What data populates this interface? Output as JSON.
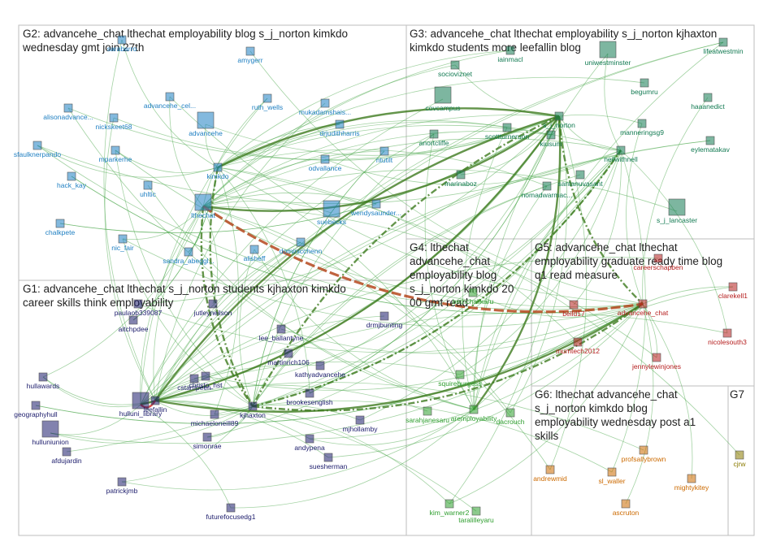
{
  "groups": [
    {
      "id": "g2",
      "lines": [
        "G2: advancehe_chat lthechat employability blog s_j_norton kimkdo",
        "wednesday gmt join 27th"
      ],
      "color": "#1e7fc2"
    },
    {
      "id": "g3",
      "lines": [
        "G3: advancehe_chat lthechat employability s_j_norton kjhaxton",
        "kimkdo students more leefallin blog"
      ],
      "color": "#127a52"
    },
    {
      "id": "g1",
      "lines": [
        "G1: advancehe_chat lthechat s_j_norton students kjhaxton kimkdo",
        "career skills think employability"
      ],
      "color": "#1c1c6c"
    },
    {
      "id": "g4",
      "lines": [
        "G4: lthechat",
        "advancehe_chat",
        "employability blog",
        "s_j_norton kimkdo 20",
        "00 gmt read"
      ],
      "color": "#2e9e2e"
    },
    {
      "id": "g5",
      "lines": [
        "G5: advancehe_chat lthechat",
        "employability graduate ready time blog",
        "q1 read measure"
      ],
      "color": "#b51d1d"
    },
    {
      "id": "g6",
      "lines": [
        "G6: lthechat advancehe_chat",
        "s_j_norton kimkdo blog",
        "employability wednesday post a1",
        "skills"
      ],
      "color": "#cc6a00"
    },
    {
      "id": "g7",
      "lines": [
        "G7"
      ],
      "color": "#8a7a00"
    }
  ],
  "nodes": {
    "g2": [
      "sarabarro",
      "amygerr",
      "alisonadvance...",
      "advancehe_cel...",
      "nickskeet68",
      "ruth_wells",
      "mukadamshais...",
      "advancehe",
      "sfaulknerpando",
      "mparkerhe",
      "drjudithharris",
      "ntutilt",
      "kimkdo",
      "hack_kay",
      "odvallance",
      "uhltic",
      "wendysaunder...",
      "lthechat",
      "suebecks",
      "chalkpete",
      "dominicchenn",
      "nic_fair",
      "alisheff",
      "sandra_abeggl..."
    ],
    "g3": [
      "iainmacl",
      "uniwestminster",
      "lifeatwestmin",
      "socioviznet",
      "begumru",
      "covcampus",
      "s_j_norton",
      "haaanedict",
      "manneringsg9",
      "anortcliffe",
      "scottturneruon",
      "kiusum",
      "eylematakav",
      "neilwithnell",
      "marinaboz",
      "santanuvasant",
      "nomadwarmac...",
      "s_j_lancaster"
    ],
    "g1": [
      "paulaob339087",
      "jutleyneilson",
      "aitchpdee",
      "drmjbunting",
      "lee_ballantyne",
      "martinrich106",
      "kathyadvancehe",
      "christo_hst",
      "hullawards",
      "cstampeen",
      "brookesenglish",
      "hulluni_library",
      "geographyhull",
      "leefallin",
      "michaeloneill89",
      "kjhaxton",
      "mjhollamby",
      "hulluniunion",
      "simonrae",
      "andypena",
      "afdujardin",
      "suesherman",
      "patrickjmb",
      "futurefocusedg1"
    ],
    "g4": [
      "bethchallkaru",
      "squireburgess",
      "sarahjanesaru",
      "aremployability",
      "dacrouch",
      "kim_warner2",
      "taralilleyaru"
    ],
    "g5": [
      "careerschapben",
      "belld17",
      "clarekell1",
      "advancehe_chat",
      "nicolesouth3",
      "mumtech2012",
      "jennylewinjones"
    ],
    "g6": [
      "andrewmid",
      "profsallybrown",
      "sl_waller",
      "mightykitey",
      "ascruton"
    ],
    "g7": [
      "cjrw"
    ]
  }
}
